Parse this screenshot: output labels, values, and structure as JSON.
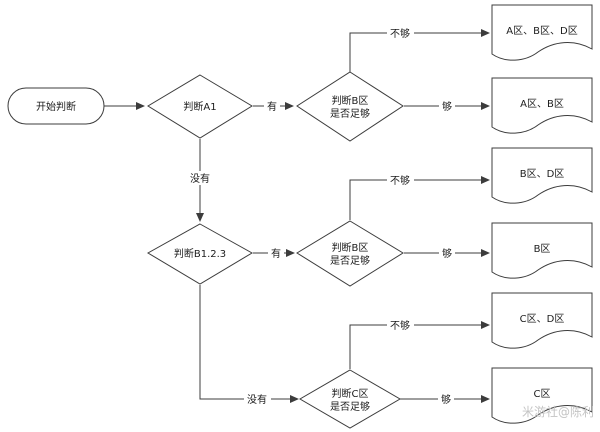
{
  "nodes": {
    "start": "开始判断",
    "d1": "判断A1",
    "d2_line1": "判断B区",
    "d2_line2": "是否足够",
    "d3": "判断B1.2.3",
    "d4_line1": "判断B区",
    "d4_line2": "是否足够",
    "d5_line1": "判断C区",
    "d5_line2": "是否足够"
  },
  "documents": [
    "A区、B区、D区",
    "A区、B区",
    "B区、D区",
    "B区",
    "C区、D区",
    "C区"
  ],
  "edge_labels": {
    "yes": "有",
    "no": "没有",
    "enough": "够",
    "not_enough": "不够"
  },
  "watermark": "米游社@陈利",
  "colors": {
    "line": "#3c3c3c",
    "text": "#1c1c1c",
    "watermark": "#c4c4c4",
    "background": "#ffffff"
  }
}
